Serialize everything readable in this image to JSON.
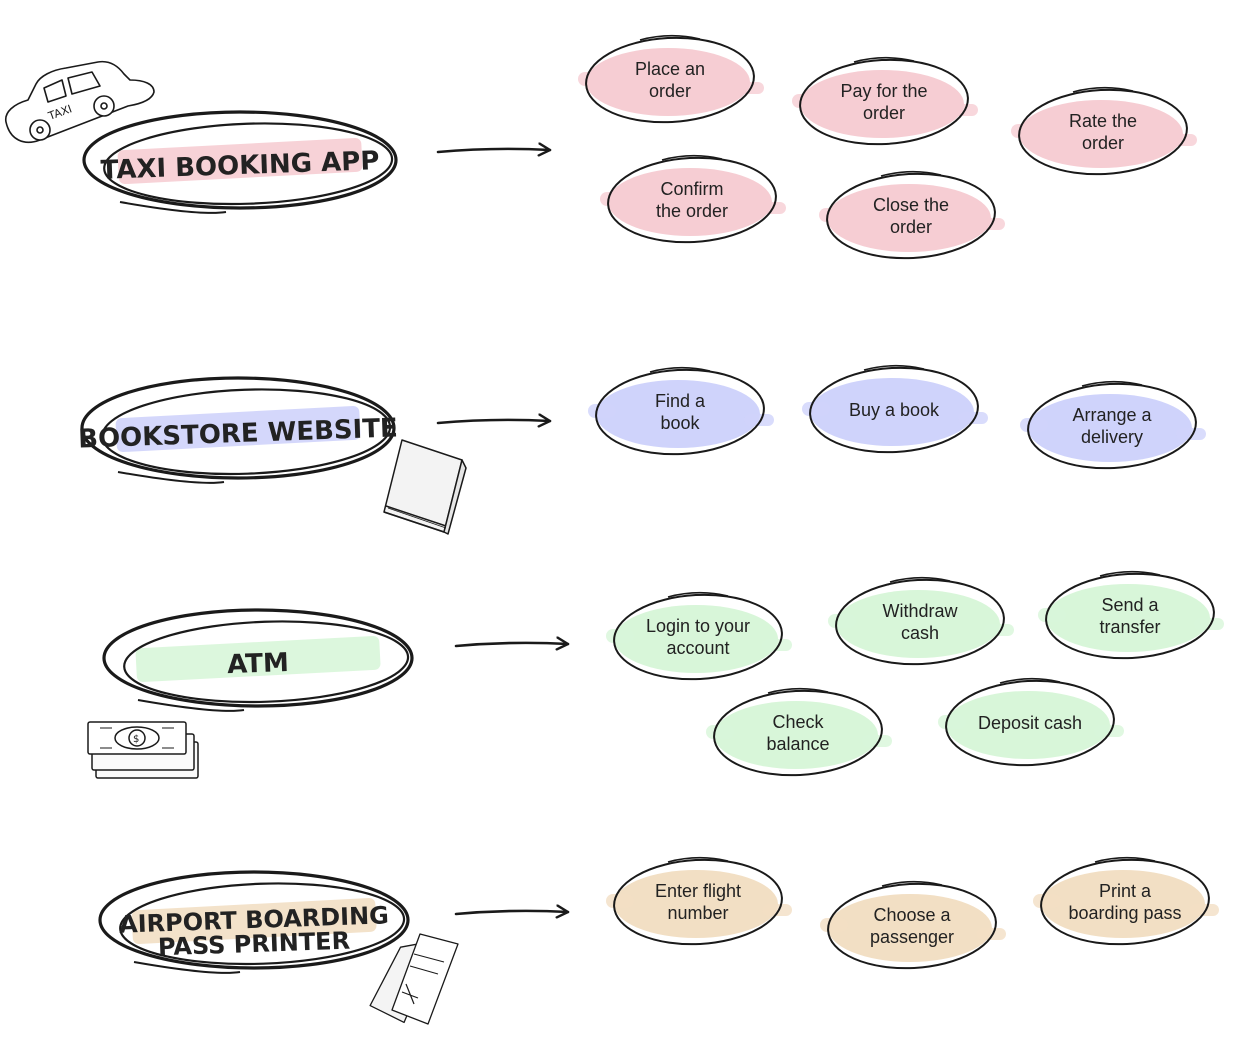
{
  "colors": {
    "ink": "#1a1a1a",
    "taxi": "#f6cdd3",
    "bookstore": "#cfd3fb",
    "atm": "#d8f6d9",
    "airport": "#f2dfc4"
  },
  "sections": [
    {
      "id": "taxi",
      "title_lines": [
        "TAXI BOOKING APP"
      ],
      "icon": "taxi-icon",
      "color_key": "taxi",
      "nodes": [
        {
          "lines": [
            "Place an",
            "order"
          ]
        },
        {
          "lines": [
            "Pay for the",
            "order"
          ]
        },
        {
          "lines": [
            "Rate the",
            "order"
          ]
        },
        {
          "lines": [
            "Confirm",
            "the order"
          ]
        },
        {
          "lines": [
            "Close the",
            "order"
          ]
        }
      ]
    },
    {
      "id": "bookstore",
      "title_lines": [
        "BOOKSTORE WEBSITE"
      ],
      "icon": "book-icon",
      "color_key": "bookstore",
      "nodes": [
        {
          "lines": [
            "Find a",
            "book"
          ]
        },
        {
          "lines": [
            "Buy a book"
          ]
        },
        {
          "lines": [
            "Arrange a",
            "delivery"
          ]
        }
      ]
    },
    {
      "id": "atm",
      "title_lines": [
        "ATM"
      ],
      "icon": "cash-icon",
      "color_key": "atm",
      "nodes": [
        {
          "lines": [
            "Login to your",
            "account"
          ]
        },
        {
          "lines": [
            "Withdraw",
            "cash"
          ]
        },
        {
          "lines": [
            "Send a",
            "transfer"
          ]
        },
        {
          "lines": [
            "Check",
            "balance"
          ]
        },
        {
          "lines": [
            "Deposit cash"
          ]
        }
      ]
    },
    {
      "id": "airport",
      "title_lines": [
        "AIRPORT BOARDING",
        "PASS PRINTER"
      ],
      "icon": "boarding-pass-icon",
      "color_key": "airport",
      "nodes": [
        {
          "lines": [
            "Enter flight",
            "number"
          ]
        },
        {
          "lines": [
            "Choose a",
            "passenger"
          ]
        },
        {
          "lines": [
            "Print a",
            "boarding pass"
          ]
        }
      ]
    }
  ]
}
